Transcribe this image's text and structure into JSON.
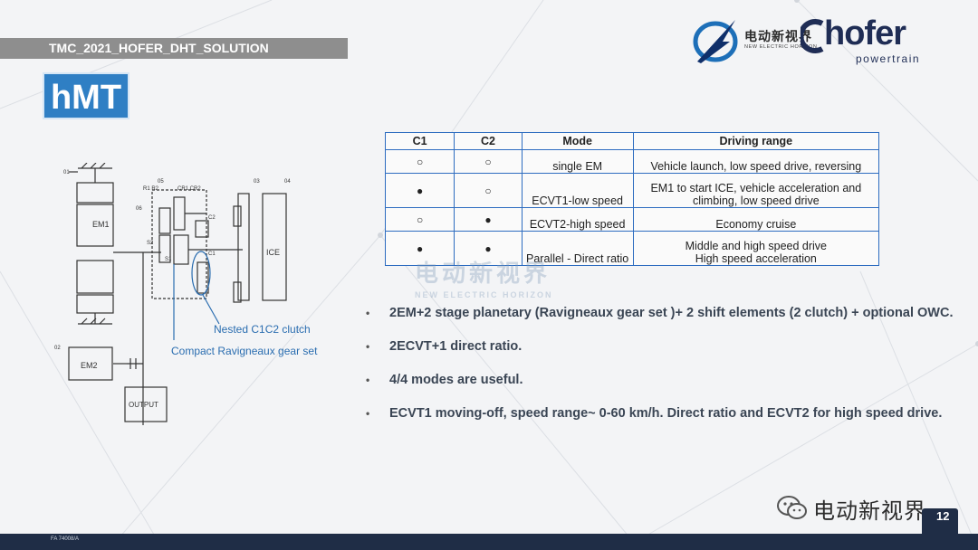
{
  "header": {
    "banner": "TMC_2021_HOFER_DHT_SOLUTION",
    "title": "hMT"
  },
  "logos": {
    "partner_cn": "电动新视界",
    "partner_en": "NEW ELECTRIC HORIZON",
    "brand_word": "hofer",
    "brand_sub": "powertrain"
  },
  "table": {
    "headers": [
      "C1",
      "C2",
      "Mode",
      "Driving range"
    ],
    "rows": [
      {
        "c1": "○",
        "c2": "○",
        "mode": "single EM",
        "range": [
          "Vehicle launch, low speed drive, reversing"
        ]
      },
      {
        "c1": "●",
        "c2": "○",
        "mode": "ECVT1-low speed",
        "range": [
          "EM1 to start ICE, vehicle acceleration and",
          "climbing, low speed drive"
        ]
      },
      {
        "c1": "○",
        "c2": "●",
        "mode": "ECVT2-high speed",
        "range": [
          "Economy cruise"
        ]
      },
      {
        "c1": "●",
        "c2": "●",
        "mode": "Parallel - Direct ratio",
        "range": [
          "Middle and high speed drive",
          "High speed acceleration"
        ]
      }
    ]
  },
  "bullets": [
    "2EM+2 stage planetary (Ravigneaux gear set )+ 2 shift elements (2 clutch) + optional OWC.",
    "2ECVT+1 direct ratio.",
    "4/4 modes are useful.",
    "ECVT1 moving-off, speed range~ 0-60 km/h. Direct ratio and ECVT2 for high speed drive."
  ],
  "diagram": {
    "labels": {
      "em1": "EM1",
      "em2": "EM2",
      "ice": "ICE",
      "output": "OUTPUT",
      "tag01": "01",
      "tag02": "02",
      "tag03": "03",
      "tag04": "04",
      "tag05": "05",
      "tag06": "06",
      "r1r2": "R1 R2",
      "cr1cr2": "CR1 CR2",
      "s2": "S2",
      "s1": "S1",
      "c1": "C1",
      "c2": "C2"
    },
    "callouts": {
      "nested": "Nested C1C2 clutch",
      "compact": "Compact Ravigneaux gear set"
    }
  },
  "watermark": {
    "cn": "电动新视界",
    "en": "NEW ELECTRIC HORIZON"
  },
  "footer": {
    "code": "FA 74008/A",
    "page": "12",
    "wechat_name": "电动新视界"
  },
  "colors": {
    "accent": "#2f7fc4",
    "table_border": "#2d6cc0",
    "footer": "#1f2d46"
  }
}
